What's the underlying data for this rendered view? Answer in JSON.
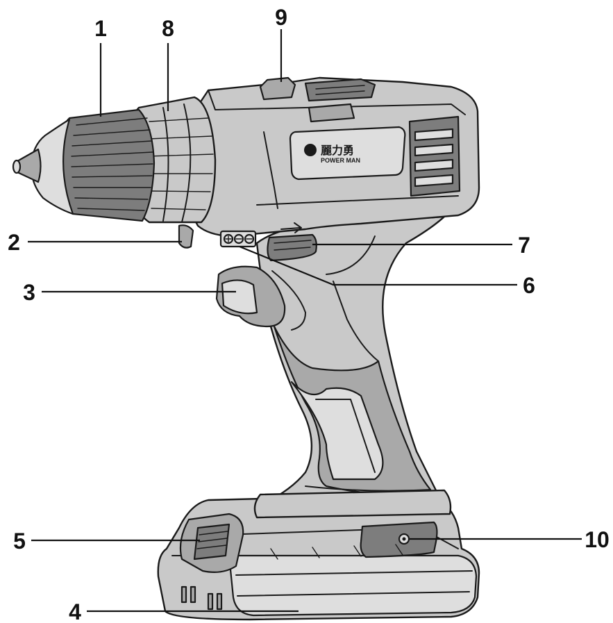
{
  "figure": {
    "callouts": [
      {
        "id": "1",
        "label": "1"
      },
      {
        "id": "2",
        "label": "2"
      },
      {
        "id": "3",
        "label": "3"
      },
      {
        "id": "4",
        "label": "4"
      },
      {
        "id": "5",
        "label": "5"
      },
      {
        "id": "6",
        "label": "6"
      },
      {
        "id": "7",
        "label": "7"
      },
      {
        "id": "8",
        "label": "8"
      },
      {
        "id": "9",
        "label": "9"
      },
      {
        "id": "10",
        "label": "10"
      }
    ],
    "logo": {
      "brand_cn": "麗力勇",
      "brand_en": "POWER MAN"
    },
    "icons": [
      "drill-driver-illustration",
      "forward-arrow-icon",
      "speed-indicator-icon",
      "screw-icon"
    ],
    "colors": {
      "body": "#c9c9c9",
      "dark": "#7d7d7d",
      "outline": "#1a1a1a"
    }
  }
}
